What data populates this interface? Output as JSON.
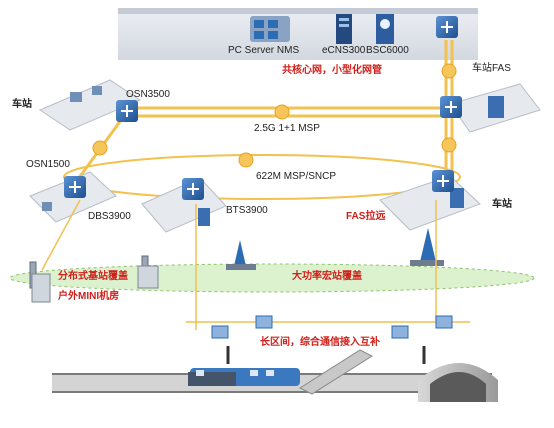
{
  "labels": {
    "pc_server_nms": "PC Server NMS",
    "ecns300": "eCNS300",
    "bsc6000": "BSC6000",
    "core_net": "共核心网，小型化网管",
    "station_fas": "车站FAS",
    "station_left": "车站",
    "osn3500": "OSN3500",
    "msp_25g": "2.5G 1+1 MSP",
    "osn1500": "OSN1500",
    "msp_622": "622M MSP/SNCP",
    "dbs3900": "DBS3900",
    "bts3900": "BTS3900",
    "fas_remote": "FAS拉远",
    "station_right": "车站",
    "dist_coverage": "分布式基站覆盖",
    "macro_coverage": "大功率宏站覆盖",
    "mini_room": "户外MINI机房",
    "long_section": "长区间，综合通信接入互补"
  },
  "colors": {
    "red_text": "#d0201a",
    "yellow_link": "#f2c14e",
    "green_zone": "#d6efc4",
    "device_blue": "#2b6cb3",
    "gray_track": "#8c8c8c"
  }
}
